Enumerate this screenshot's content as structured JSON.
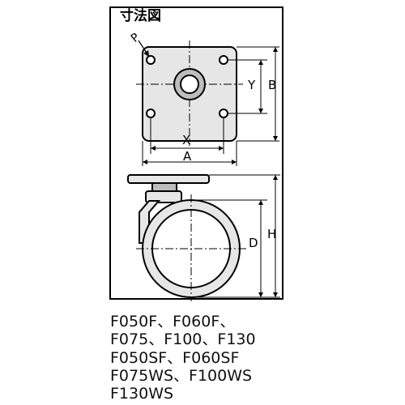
{
  "title": "寸法図",
  "dimension_labels": {
    "p": "P",
    "x": "X",
    "a": "A",
    "y": "Y",
    "b": "B",
    "d": "D",
    "h": "H"
  },
  "models": [
    "F050F、F060F、",
    "F075、F100、F130",
    "F050SF、F060SF",
    "F075WS、F100WS",
    "F130WS"
  ],
  "colors": {
    "line": "#000000",
    "fill_gray": "#e6e6e6",
    "fill_dark": "#bdbdbd"
  }
}
